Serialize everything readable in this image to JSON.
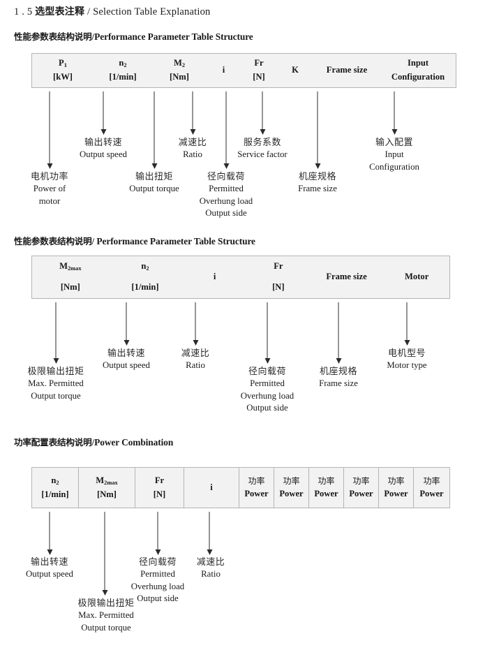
{
  "title": {
    "number": "1 . 5",
    "cn": "选型表注释",
    "sep": "/",
    "en": "Selection Table Explanation"
  },
  "sections": [
    {
      "heading": {
        "cn": "性能参数表结构说明",
        "sep": "/",
        "en": "Performance Parameter Table Structure"
      },
      "table": {
        "divided": false,
        "columns": [
          {
            "line1": "P",
            "sub1": "1",
            "line2": "[kW]"
          },
          {
            "line1": "n",
            "sub1": "2",
            "line2": "[1/min]"
          },
          {
            "line1": "M",
            "sub1": "2",
            "line2": "[Nm]"
          },
          {
            "line1": "i",
            "sub1": "",
            "line2": ""
          },
          {
            "line1": "Fr",
            "sub1": "",
            "line2": "[N]"
          },
          {
            "line1": "K",
            "sub1": "",
            "line2": ""
          },
          {
            "line1": "Frame size",
            "sub1": "",
            "line2": ""
          },
          {
            "line1": "Input",
            "sub1": "",
            "line2": "Configuration"
          }
        ]
      },
      "annotations": [
        {
          "cn": "电机功率",
          "en": [
            "Power of",
            "motor"
          ]
        },
        {
          "cn": "输出转速",
          "en": [
            "Output speed"
          ]
        },
        {
          "cn": "输出扭矩",
          "en": [
            "Output torque"
          ]
        },
        {
          "cn": "减速比",
          "en": [
            "Ratio"
          ]
        },
        {
          "cn": "径向载荷",
          "en": [
            "Permitted",
            "Overhung load",
            "Output side"
          ]
        },
        {
          "cn": "服务系数",
          "en": [
            "Service factor"
          ]
        },
        {
          "cn": "机座规格",
          "en": [
            "Frame size"
          ]
        },
        {
          "cn": "输入配置",
          "en": [
            "Input",
            "Configuration"
          ]
        }
      ]
    },
    {
      "heading": {
        "cn": "性能参数表结构说明",
        "sep": "/",
        "en": "Performance Parameter Table Structure"
      },
      "table": {
        "divided": false,
        "columns": [
          {
            "line1": "M",
            "sub1": "2max",
            "line2": "[Nm]"
          },
          {
            "line1": "n",
            "sub1": "2",
            "line2": "[1/min]"
          },
          {
            "line1": "i",
            "sub1": "",
            "line2": ""
          },
          {
            "line1": "Fr",
            "sub1": "",
            "line2": "[N]"
          },
          {
            "line1": "Frame size",
            "sub1": "",
            "line2": ""
          },
          {
            "line1": "Motor",
            "sub1": "",
            "line2": ""
          }
        ]
      },
      "annotations": [
        {
          "cn": "极限输出扭矩",
          "en": [
            "Max. Permitted",
            "Output  torque"
          ]
        },
        {
          "cn": "输出转速",
          "en": [
            "Output speed"
          ]
        },
        {
          "cn": "减速比",
          "en": [
            "Ratio"
          ]
        },
        {
          "cn": "径向载荷",
          "en": [
            "Permitted",
            "Overhung load",
            "Output side"
          ]
        },
        {
          "cn": "机座规格",
          "en": [
            "Frame size"
          ]
        },
        {
          "cn": "电机型号",
          "en": [
            "Motor type"
          ]
        }
      ]
    },
    {
      "heading": {
        "cn": "功率配置表结构说明",
        "sep": "/",
        "en": "Power Combination"
      },
      "table": {
        "divided": true,
        "columns": [
          {
            "line1": "n",
            "sub1": "2",
            "line2": "[1/min]"
          },
          {
            "line1": "M",
            "sub1": "2max",
            "line2": "[Nm]"
          },
          {
            "line1": "Fr",
            "sub1": "",
            "line2": "[N]"
          },
          {
            "line1": "i",
            "sub1": "",
            "line2": ""
          },
          {
            "cn": "功率",
            "line2": "Power"
          },
          {
            "cn": "功率",
            "line2": "Power"
          },
          {
            "cn": "功率",
            "line2": "Power"
          },
          {
            "cn": "功率",
            "line2": "Power"
          },
          {
            "cn": "功率",
            "line2": "Power"
          },
          {
            "cn": "功率",
            "line2": "Power"
          }
        ]
      },
      "annotations": [
        {
          "cn": "输出转速",
          "en": [
            "Output speed"
          ]
        },
        {
          "cn": "极限输出扭矩",
          "en": [
            "Max. Permitted",
            "Output  torque"
          ]
        },
        {
          "cn": "径向载荷",
          "en": [
            "Permitted",
            "Overhung load",
            "Output side"
          ]
        },
        {
          "cn": "减速比",
          "en": [
            "Ratio"
          ]
        }
      ]
    }
  ]
}
